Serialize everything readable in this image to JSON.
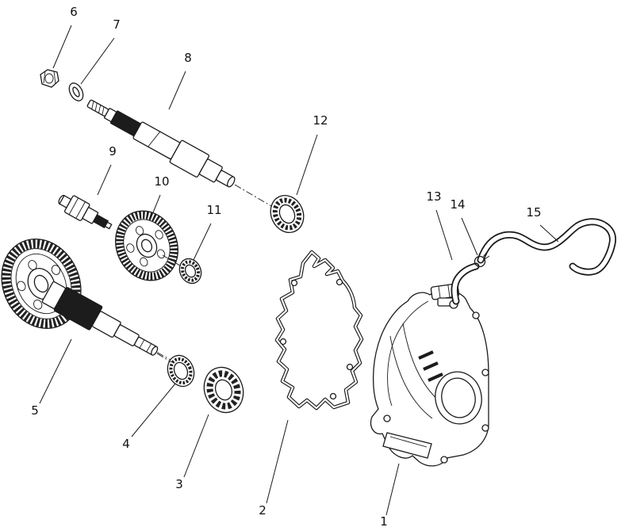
{
  "diagram": {
    "callouts": [
      {
        "label": "1"
      },
      {
        "label": "2"
      },
      {
        "label": "3"
      },
      {
        "label": "4"
      },
      {
        "label": "5"
      },
      {
        "label": "6"
      },
      {
        "label": "7"
      },
      {
        "label": "8"
      },
      {
        "label": "9"
      },
      {
        "label": "10"
      },
      {
        "label": "11"
      },
      {
        "label": "12"
      },
      {
        "label": "13"
      },
      {
        "label": "14"
      },
      {
        "label": "15"
      }
    ],
    "colors": {
      "ink": "#1a1a1a",
      "background": "#ffffff",
      "dark_fill": "#1c1c1c"
    }
  }
}
